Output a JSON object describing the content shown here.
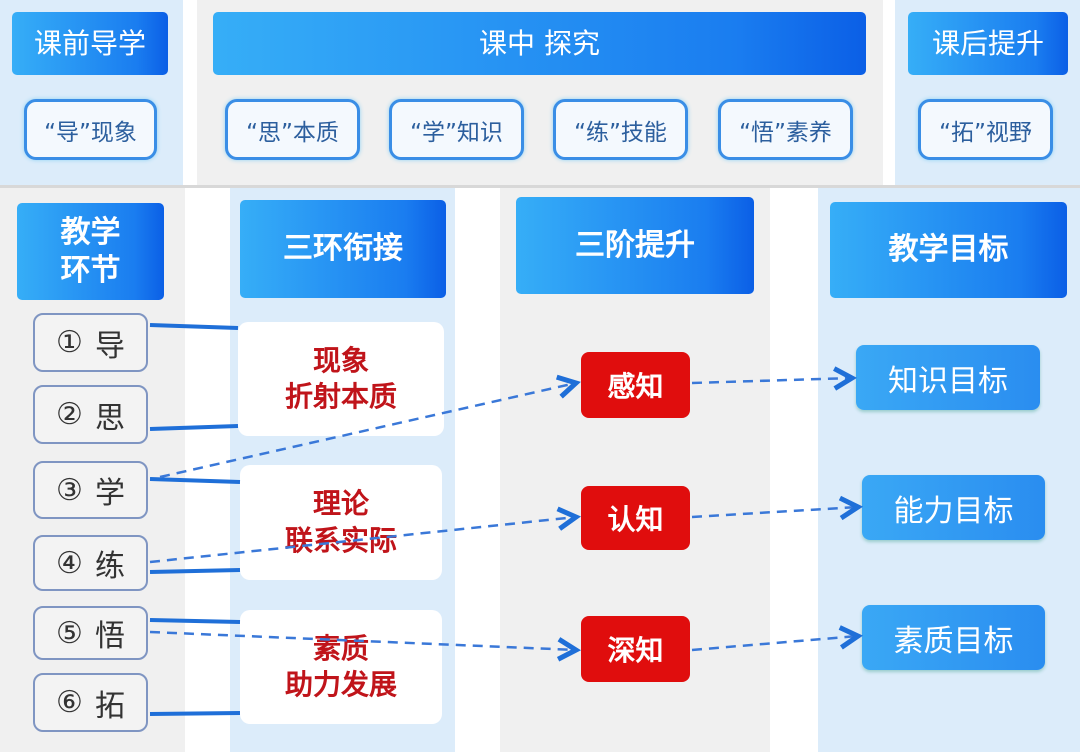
{
  "top": {
    "pre": {
      "title": "课前导学",
      "items": [
        "“导”现象"
      ]
    },
    "in": {
      "title": "课中 探究",
      "items": [
        "“思”本质",
        "“学”知识",
        "“练”技能",
        "“悟”素养"
      ]
    },
    "post": {
      "title": "课后提升",
      "items": [
        "“拓”视野"
      ]
    }
  },
  "bottom": {
    "col1": {
      "title": "教学\n环节",
      "steps": [
        {
          "num": "①",
          "label": "导"
        },
        {
          "num": "②",
          "label": "思"
        },
        {
          "num": "③",
          "label": "学"
        },
        {
          "num": "④",
          "label": "练"
        },
        {
          "num": "⑤",
          "label": "悟"
        },
        {
          "num": "⑥",
          "label": "拓"
        }
      ]
    },
    "col2": {
      "title": "三环衔接",
      "boxes": [
        {
          "l1": "现象",
          "l2": "折射本质"
        },
        {
          "l1": "理论",
          "l2": "联系实际"
        },
        {
          "l1": "素质",
          "l2": "助力发展"
        }
      ]
    },
    "col3": {
      "title": "三阶提升",
      "stages": [
        "感知",
        "认知",
        "深知"
      ]
    },
    "col4": {
      "title": "教学目标",
      "goals": [
        "知识目标",
        "能力目标",
        "素质目标"
      ]
    }
  },
  "colors": {
    "accent": "#1a7df0",
    "red": "#e00d0d",
    "line": "#1f6fd8"
  }
}
